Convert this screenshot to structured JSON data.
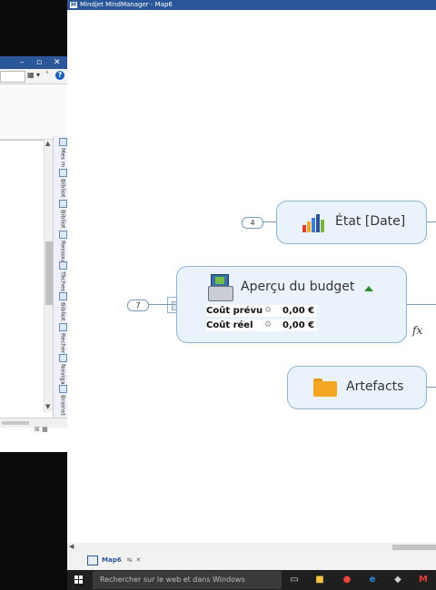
{
  "main_window": {
    "title": "Mindjet MindManager - Map6"
  },
  "map": {
    "topics": [
      {
        "label": "État [Date]",
        "badge": "4"
      },
      {
        "label": "Aperçu du budget",
        "badge": "7"
      },
      {
        "label": "Artefacts"
      }
    ],
    "budget_rows": [
      {
        "label": "Coût prévu",
        "value": "0,00 €"
      },
      {
        "label": "Coût réel",
        "value": "0,00 €"
      }
    ],
    "fx_label": "fx"
  },
  "document_tab": {
    "label": "Map6"
  },
  "taskbar": {
    "search_placeholder": "Rechercher sur le web et dans Windows"
  },
  "side_panel": {
    "tabs": [
      "Mes m",
      "Bibliot",
      "Bibliot",
      "Ressou",
      "Tâches",
      "Bibliot",
      "Recher",
      "Navigat",
      "Brainst"
    ]
  },
  "colors": {
    "titlebar": "#2b579a",
    "topic_fill": "#eaf3fb",
    "topic_border": "#8fb4d8",
    "folder": "#f5a623",
    "arrow_green": "#2e8b2e"
  }
}
